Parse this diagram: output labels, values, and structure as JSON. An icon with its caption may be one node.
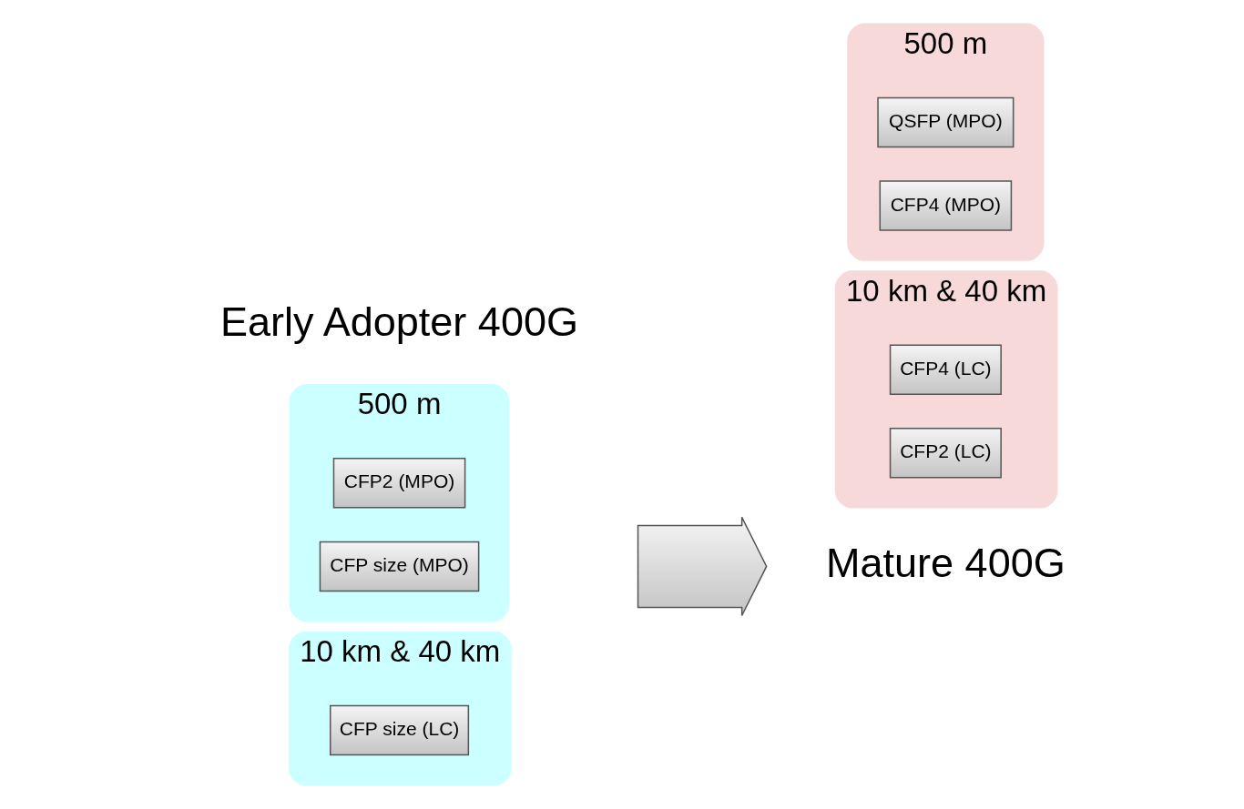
{
  "diagram": {
    "nodes": [
      {
        "text": [
          "10 km & 40 km"
        ]
      },
      {
        "text": [
          "CFP size (LC)"
        ],
        "in": 0
      },
      {
        "text": [
          "500 m"
        ]
      },
      {
        "text": [
          "CFP size (MPO)"
        ],
        "in": 2
      },
      {
        "text": [
          "CFP2 (MPO)"
        ],
        "in": 2
      },
      {
        "text": [],
        "shape": "arrow"
      },
      {
        "text": [
          "10 km & 40 km"
        ]
      },
      {
        "text": [
          "CFP2 (LC)"
        ],
        "in": 6
      },
      {
        "text": [
          "CFP4 (LC)"
        ],
        "in": 6
      },
      {
        "text": [
          "500 m"
        ]
      },
      {
        "text": [
          "CFP4 (MPO)"
        ],
        "in": 9
      },
      {
        "text": [
          "QSFP (MPO)"
        ],
        "in": 9
      }
    ],
    "labels": [
      "Early Adopter 400G",
      "Mature 400G"
    ]
  }
}
